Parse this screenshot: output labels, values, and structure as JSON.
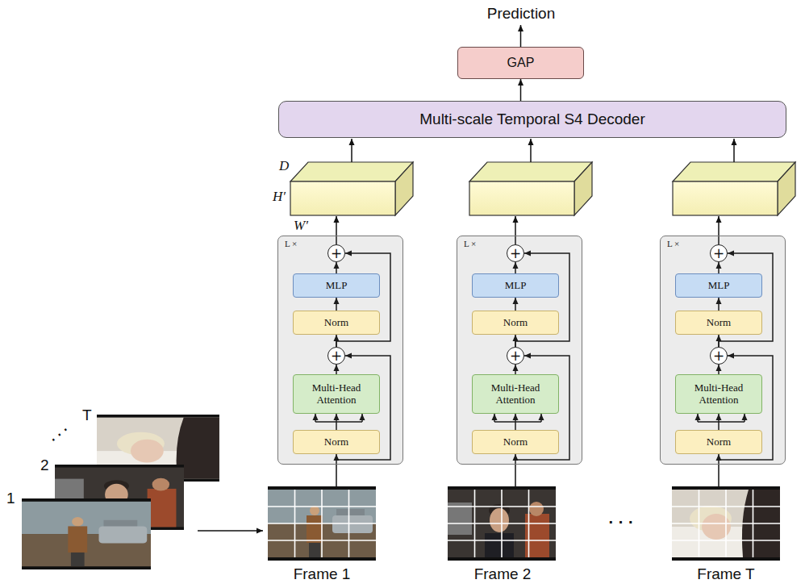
{
  "diagram": {
    "nodes": [
      {
        "text": [
          "GAP"
        ]
      },
      {
        "text": [
          "Multi-scale Temporal S4 Decoder"
        ]
      },
      {
        "text": [
          "L ×"
        ]
      },
      {
        "text": [
          "+"
        ],
        "in": 2
      },
      {
        "text": [
          "MLP"
        ],
        "in": 2
      },
      {
        "text": [
          "Norm"
        ],
        "in": 2
      },
      {
        "text": [
          "+"
        ],
        "in": 2
      },
      {
        "text": [
          "Multi-Head Attention"
        ],
        "in": 2
      },
      {
        "text": [
          "Norm"
        ],
        "in": 2
      },
      {
        "text": [
          "L ×"
        ]
      },
      {
        "text": [
          "+"
        ],
        "in": 9
      },
      {
        "text": [
          "MLP"
        ],
        "in": 9
      },
      {
        "text": [
          "Norm"
        ],
        "in": 9
      },
      {
        "text": [
          "+"
        ],
        "in": 9
      },
      {
        "text": [
          "Multi-Head Attention"
        ],
        "in": 9
      },
      {
        "text": [
          "Norm"
        ],
        "in": 9
      },
      {
        "text": [
          "L ×"
        ]
      },
      {
        "text": [
          "+"
        ],
        "in": 16
      },
      {
        "text": [
          "MLP"
        ],
        "in": 16
      },
      {
        "text": [
          "Norm"
        ],
        "in": 16
      },
      {
        "text": [
          "+"
        ],
        "in": 16
      },
      {
        "text": [
          "Multi-Head Attention"
        ],
        "in": 16
      },
      {
        "text": [
          "Norm"
        ],
        "in": 16
      }
    ],
    "edges": [
      {
        "from": 1,
        "to": 0,
        "arrow": "to"
      },
      {
        "from": 8,
        "to": 7,
        "arrow": "to"
      },
      {
        "from": 7,
        "to": 6,
        "arrow": "to"
      },
      {
        "from": 6,
        "to": 5,
        "arrow": "to"
      },
      {
        "from": 5,
        "to": 4,
        "arrow": "to"
      },
      {
        "from": 4,
        "to": 3,
        "arrow": "to"
      },
      {
        "from": 6,
        "to": 3,
        "arrow": "to"
      },
      {
        "from": 15,
        "to": 14,
        "arrow": "to"
      },
      {
        "from": 14,
        "to": 13,
        "arrow": "to"
      },
      {
        "from": 13,
        "to": 12,
        "arrow": "to"
      },
      {
        "from": 12,
        "to": 11,
        "arrow": "to"
      },
      {
        "from": 11,
        "to": 10,
        "arrow": "to"
      },
      {
        "from": 13,
        "to": 10,
        "arrow": "to"
      },
      {
        "from": 22,
        "to": 21,
        "arrow": "to"
      },
      {
        "from": 21,
        "to": 20,
        "arrow": "to"
      },
      {
        "from": 20,
        "to": 19,
        "arrow": "to"
      },
      {
        "from": 19,
        "to": 18,
        "arrow": "to"
      },
      {
        "from": 18,
        "to": 17,
        "arrow": "to"
      },
      {
        "from": 20,
        "to": 17,
        "arrow": "to"
      }
    ],
    "labels": [
      "Prediction",
      "D",
      "H′",
      "W′",
      "T",
      "· · ·",
      "2",
      "1",
      "Frame 1",
      "Frame 2",
      "· · ·",
      "Frame T"
    ]
  }
}
